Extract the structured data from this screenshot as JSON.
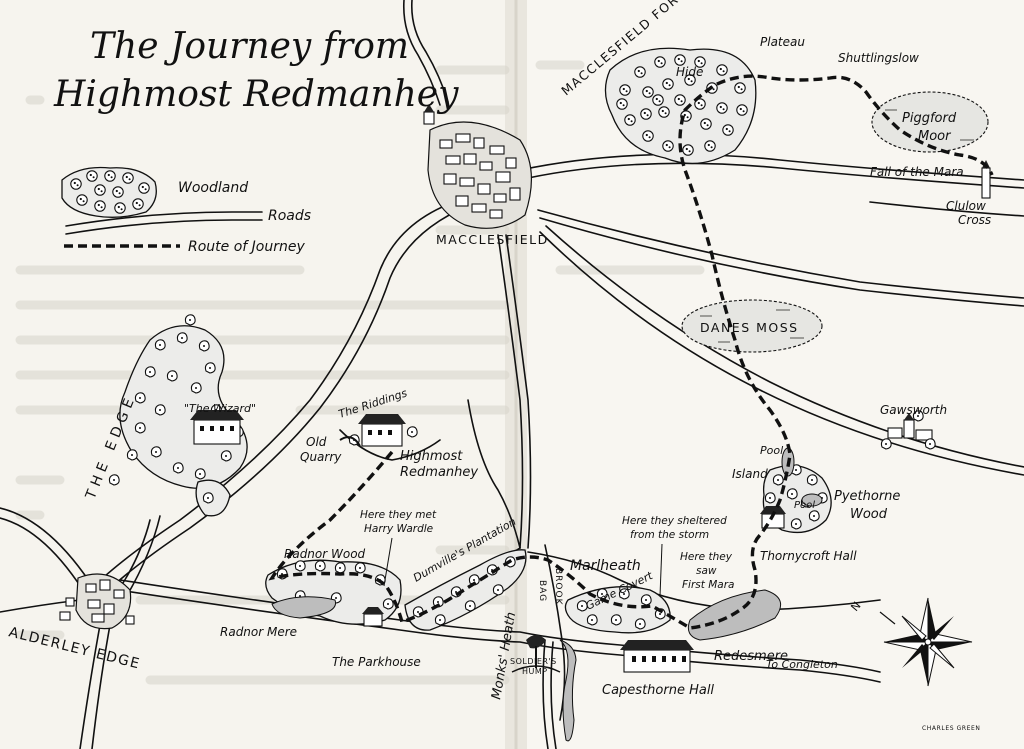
{
  "title": {
    "line1": "The Journey from",
    "line2": "Highmost Redmanhey"
  },
  "legend": {
    "woodland": "Woodland",
    "roads": "Roads",
    "route": "Route of Journey"
  },
  "areas": {
    "macclesfield_forest": "MACCLESFIELD FOREST",
    "danes_moss": "DANES MOSS",
    "the_edge": "THE EDGE",
    "piggford_moor_1": "Piggford",
    "piggford_moor_2": "Moor"
  },
  "towns": {
    "macclesfield": "MACCLESFIELD",
    "alderley_edge": "ALDERLEY EDGE",
    "gawsworth": "Gawsworth",
    "clulow_cross_1": "Clulow",
    "clulow_cross_2": "Cross"
  },
  "places": {
    "hide": "Hide",
    "plateau": "Plateau",
    "shuttlingslow": "Shuttlingslow",
    "fall_of_the_mara": "Fall of the Mara",
    "the_wizard": "\"The Wizard\"",
    "the_riddings": "The Riddings",
    "old_quarry_1": "Old",
    "old_quarry_2": "Quarry",
    "highmost_1": "Highmost",
    "highmost_2": "Redmanhey",
    "radnor_wood": "Radnor Wood",
    "radnor_mere": "Radnor Mere",
    "the_parkhouse": "The Parkhouse",
    "dumvilles_plantation": "Dumville's Plantation",
    "monks_heath": "Monks' Heath",
    "bag_brook_1": "BAG",
    "bag_brook_2": "BROOK",
    "marlheath": "Marlheath",
    "game_covert": "Game Covert",
    "soldiers_hump_1": "SOLDIER'S",
    "soldiers_hump_2": "HUMP",
    "capesthorne_hall": "Capesthorne Hall",
    "redesmere": "Redesmere",
    "to_congleton": "To Congleton",
    "pool_top": "Pool",
    "island": "Island",
    "pool_small": "Pool",
    "pyethorne_1": "Pyethorne",
    "pyethorne_2": "Wood",
    "thornycroft_hall": "Thornycroft Hall"
  },
  "notes": {
    "harry_1": "Here they met",
    "harry_2": "Harry Wardle",
    "sheltered_1": "Here they sheltered",
    "sheltered_2": "from the storm",
    "mara_1": "Here they",
    "mara_2": "saw",
    "mara_3": "First Mara"
  },
  "compass": {
    "north": "N"
  },
  "credit": "CHARLES GREEN",
  "icons": {
    "compass": "compass-rose-icon",
    "woodland": "woodland-icon",
    "building": "building-icon"
  },
  "colors": {
    "ink": "#111111",
    "paper": "#f7f5ef",
    "bleed": "#c9c6bd"
  }
}
